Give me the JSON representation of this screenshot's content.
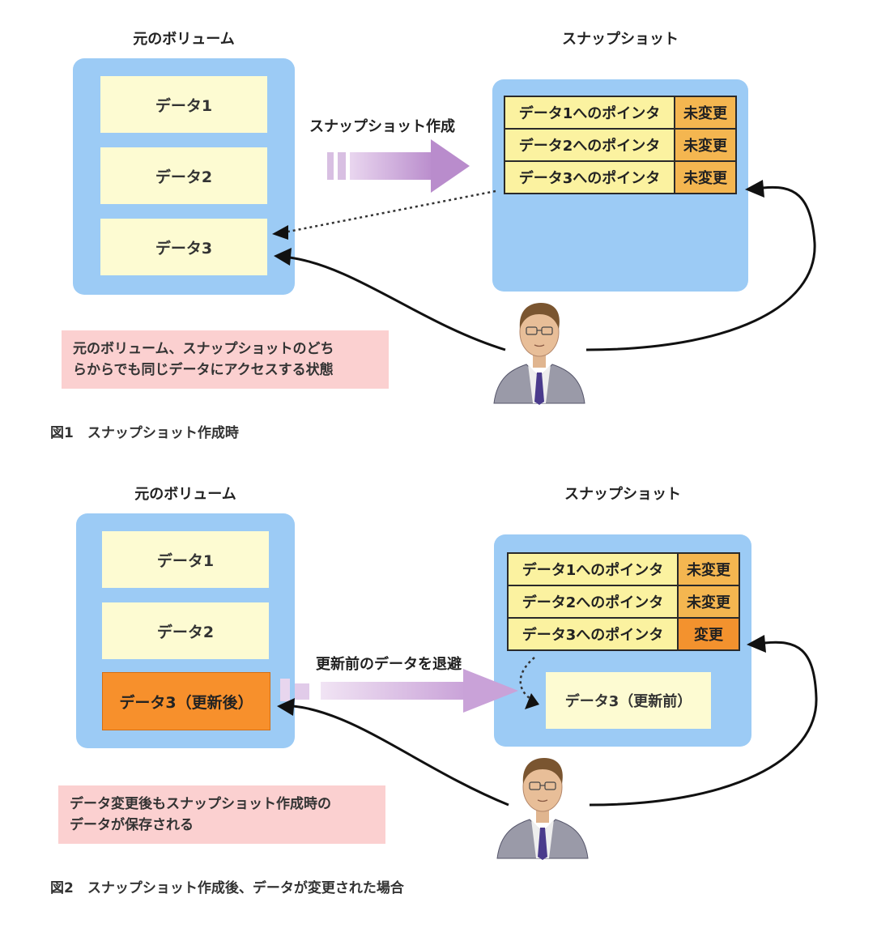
{
  "figure1": {
    "source_title": "元のボリューム",
    "snapshot_title": "スナップショット",
    "data_blocks": [
      "データ1",
      "データ2",
      "データ3"
    ],
    "arrow_caption": "スナップショット作成",
    "pointers": [
      {
        "name": "データ1へのポインタ",
        "state": "未変更"
      },
      {
        "name": "データ2へのポインタ",
        "state": "未変更"
      },
      {
        "name": "データ3へのポインタ",
        "state": "未変更"
      }
    ],
    "note_lines": [
      "元のボリューム、スナップショットのどち",
      "らからでも同じデータにアクセスする状態"
    ],
    "caption": "図1　スナップショット作成時"
  },
  "figure2": {
    "source_title": "元のボリューム",
    "snapshot_title": "スナップショット",
    "data_blocks": [
      "データ1",
      "データ2",
      "データ3（更新後）"
    ],
    "arrow_caption": "更新前のデータを退避",
    "pointers": [
      {
        "name": "データ1へのポインタ",
        "state": "未変更"
      },
      {
        "name": "データ2へのポインタ",
        "state": "未変更"
      },
      {
        "name": "データ3へのポインタ",
        "state": "変更"
      }
    ],
    "saved_block": "データ3（更新前）",
    "note_lines": [
      "データ変更後もスナップショット作成時の",
      "データが保存される"
    ],
    "caption": "図2　スナップショット作成後、データが変更された場合"
  },
  "colors": {
    "panel": "#9ccbf5",
    "data_block": "#fdfbd2",
    "updated_block": "#f7902c",
    "pointer_cell": "#fbf2a0",
    "unchanged_cell": "#f4b650",
    "changed_cell": "#f3922e",
    "note": "#fbd0d0",
    "fat_arrow": "#c9a2d8"
  },
  "icons": [
    "person-icon"
  ]
}
